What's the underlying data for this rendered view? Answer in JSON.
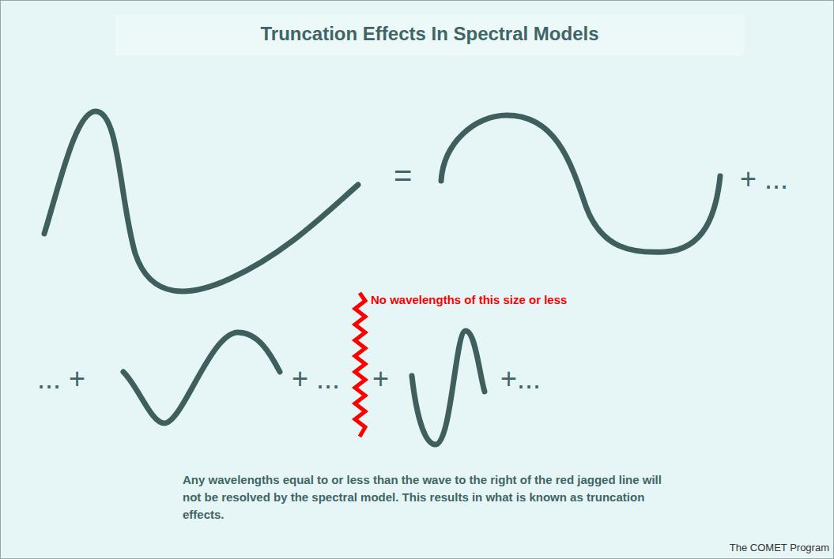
{
  "diagram": {
    "title": "Truncation Effects In Spectral Models",
    "caption": "Any wavelengths equal to or less than the wave to the right of the red jagged line will not be resolved by the spectral model. This results in what is known as truncation effects.",
    "labels": [
      "=",
      "+ ...",
      "No wavelengths of this size or less",
      "... +",
      "+ ...",
      "+",
      "+...",
      "The COMET Program"
    ]
  }
}
